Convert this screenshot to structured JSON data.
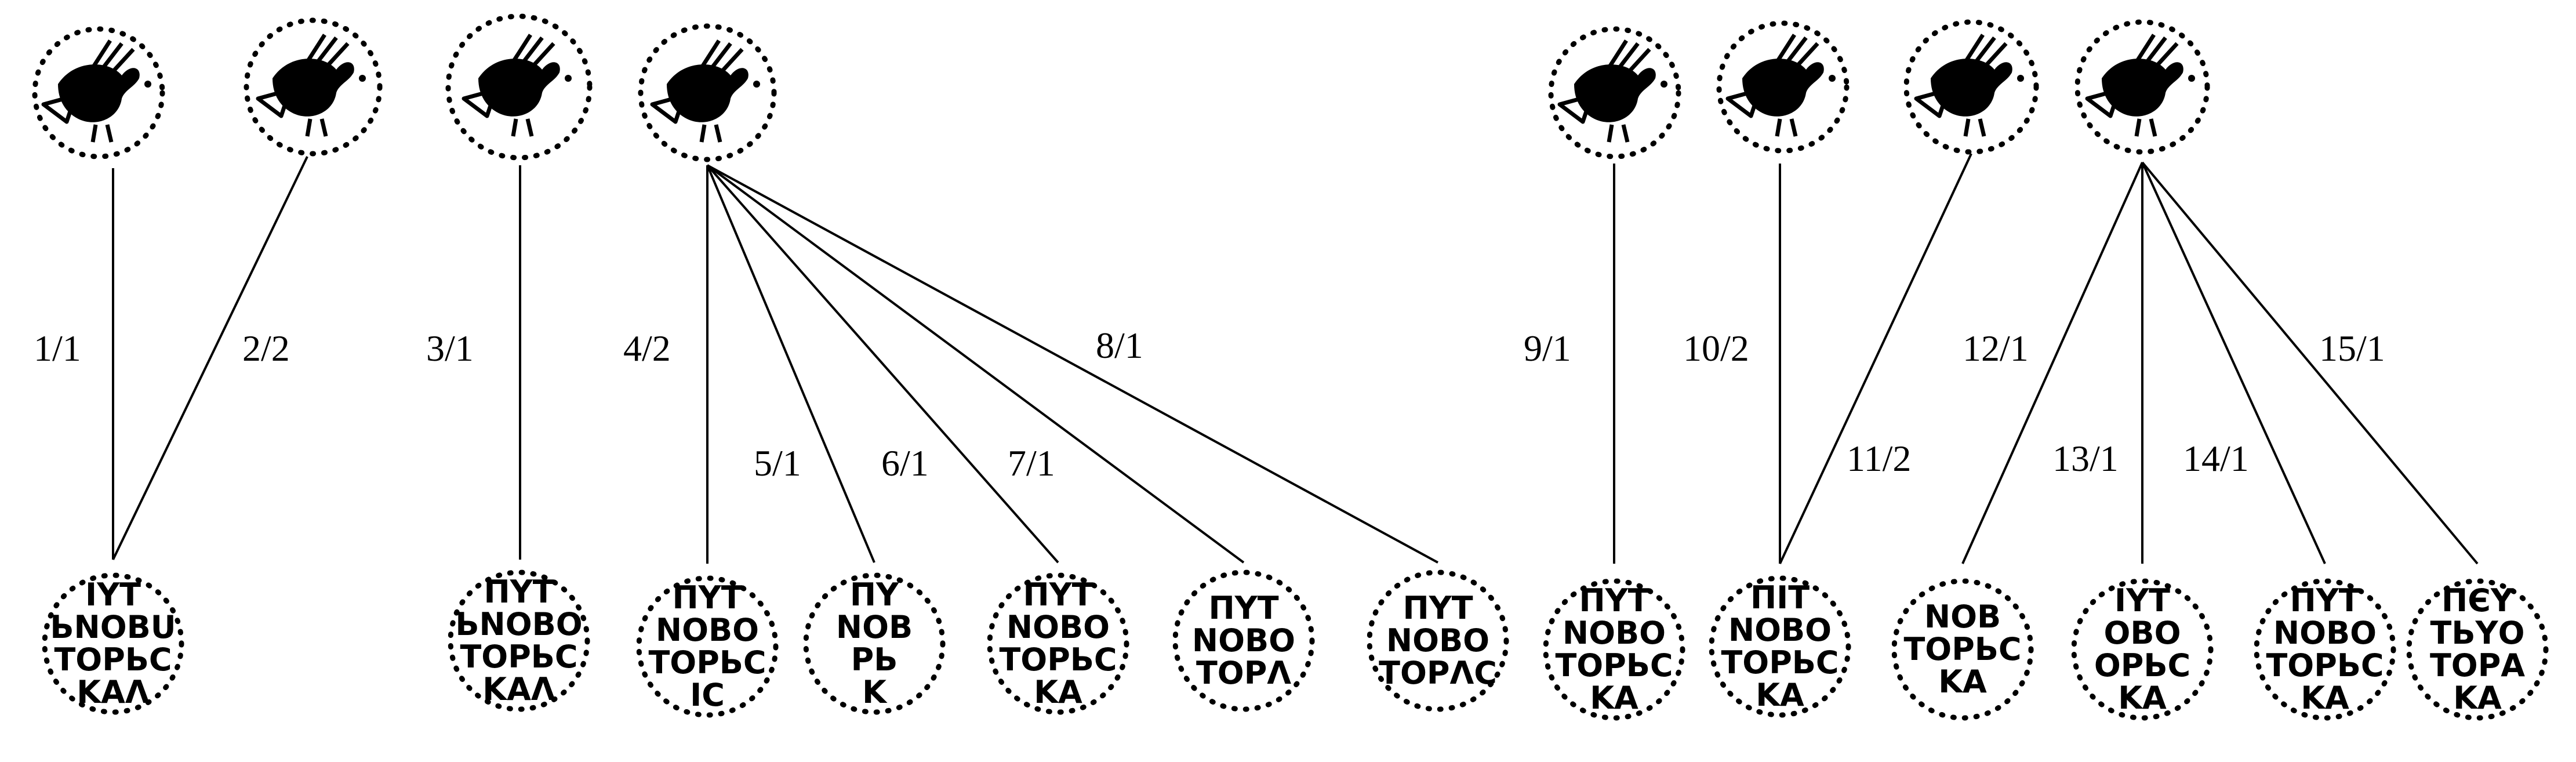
{
  "links": [
    {
      "label": "1/1"
    },
    {
      "label": "2/2"
    },
    {
      "label": "3/1"
    },
    {
      "label": "4/2"
    },
    {
      "label": "5/1"
    },
    {
      "label": "6/1"
    },
    {
      "label": "7/1"
    },
    {
      "label": "8/1"
    },
    {
      "label": "9/1"
    },
    {
      "label": "10/2"
    },
    {
      "label": "11/2"
    },
    {
      "label": "12/1"
    },
    {
      "label": "13/1"
    },
    {
      "label": "14/1"
    },
    {
      "label": "15/1"
    }
  ],
  "reverse_seals": [
    {
      "lines": [
        "ΙΥΤ",
        "ЬNOBU",
        "TOPЬC",
        "ΚΑΛ"
      ]
    },
    {
      "lines": [
        "ПΥΤ",
        "ЬNOBO",
        "TOPЬC",
        "ΚΑΛ"
      ]
    },
    {
      "lines": [
        "ПΥΤ",
        "NOBO",
        "TOPЬC",
        "ΙC"
      ]
    },
    {
      "lines": [
        "ПΥ",
        "NOB",
        "ΡЬ",
        "Κ"
      ]
    },
    {
      "lines": [
        "ПΥΤ",
        "NOBO",
        "TOPЬC",
        "ΚΑ"
      ]
    },
    {
      "lines": [
        "ПΥΤ",
        "NOBO",
        "TOPΛ"
      ]
    },
    {
      "lines": [
        "ПΥΤ",
        "NOBO",
        "TOPΛC"
      ]
    },
    {
      "lines": [
        "ПΥΤ",
        "NOBO",
        "TOPЬC",
        "ΚΑ"
      ]
    },
    {
      "lines": [
        "ПΙΤ",
        "NOBO",
        "TOPЬC",
        "ΚΑ"
      ]
    },
    {
      "lines": [
        "NOB",
        "TOPЬC",
        "ΚΑ"
      ]
    },
    {
      "lines": [
        "ΙΥΤ",
        "OBO",
        "OPЬC",
        "ΚΑ"
      ]
    },
    {
      "lines": [
        "ПΥΤ",
        "NOBO",
        "TOPЬC",
        "ΚΑ"
      ]
    },
    {
      "lines": [
        "ПЄΥ",
        "TЬΥΟ",
        "TOPΑ",
        "ΚΑ"
      ]
    }
  ]
}
